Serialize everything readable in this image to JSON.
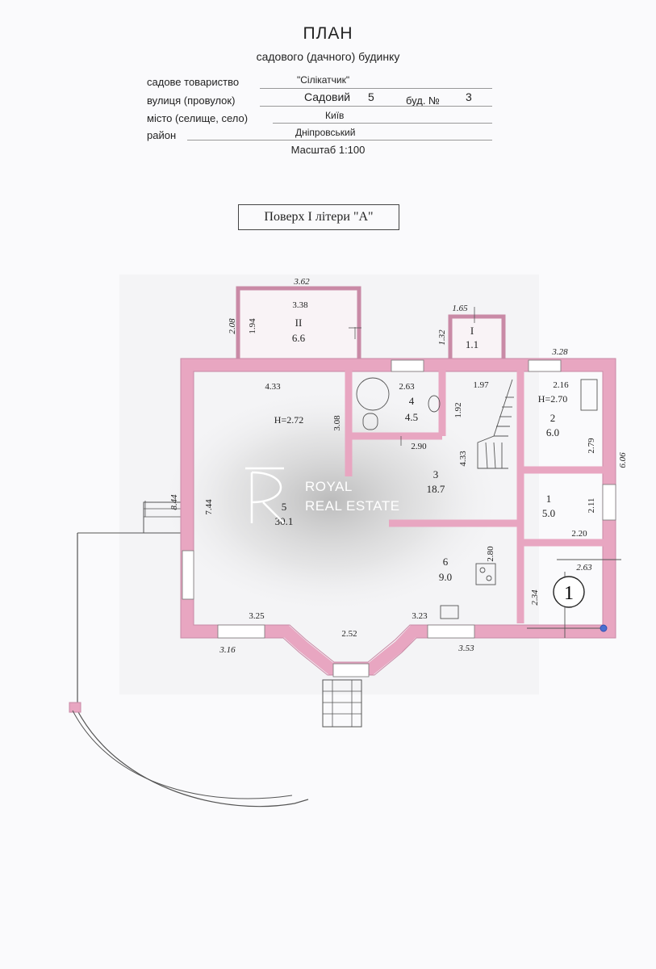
{
  "header": {
    "title": "ПЛАН",
    "subtitle": "садового (дачного) будинку",
    "fields": [
      {
        "label": "садове товариство",
        "value": "\"Сілікатчик\""
      },
      {
        "label": "вулиця (провулок)",
        "value": "Садовий",
        "value2": "5",
        "label2": "буд. №",
        "value3": "3"
      },
      {
        "label": "місто (селище, село)",
        "value": "Київ"
      },
      {
        "label": "район",
        "value": "Дніпровський"
      }
    ],
    "scale": "Масштаб 1:100"
  },
  "floor_label": "Поверх  I  літери \"A\"",
  "rooms": [
    {
      "id": "II",
      "area": "6.6"
    },
    {
      "id": "I",
      "area": "1.1"
    },
    {
      "id": "4",
      "area": "4.5"
    },
    {
      "id": "2",
      "area": "6.0"
    },
    {
      "id": "3",
      "area": "18.7"
    },
    {
      "id": "5",
      "area": "30.1"
    },
    {
      "id": "1",
      "area": "5.0"
    },
    {
      "id": "6",
      "area": "9.0"
    }
  ],
  "heights": [
    "H=2.72",
    "H=2.70"
  ],
  "dimensions": {
    "d362": "3.62",
    "d338": "3.38",
    "d208": "2.08",
    "d194": "1.94",
    "d165": "1.65",
    "d132": "1.32",
    "d328": "3.28",
    "d433a": "4.33",
    "d263a": "2.63",
    "d197": "1.97",
    "d216": "2.16",
    "d192": "1.92",
    "d308": "3.08",
    "d290": "2.90",
    "d433b": "4.33",
    "d279": "2.79",
    "d606": "6.06",
    "d844": "8.44",
    "d744": "7.44",
    "d211": "2.11",
    "d220": "2.20",
    "d280": "2.80",
    "d263b": "2.63",
    "d234": "2.34",
    "d325": "3.25",
    "d252": "2.52",
    "d323": "3.23",
    "d316": "3.16",
    "d353": "3.53"
  },
  "marker": "1",
  "watermark": {
    "line1": "ROYAL",
    "line2": "REAL ESTATE"
  },
  "colors": {
    "wall": "#e8a6c1",
    "wall_edge": "#c98aa6"
  }
}
